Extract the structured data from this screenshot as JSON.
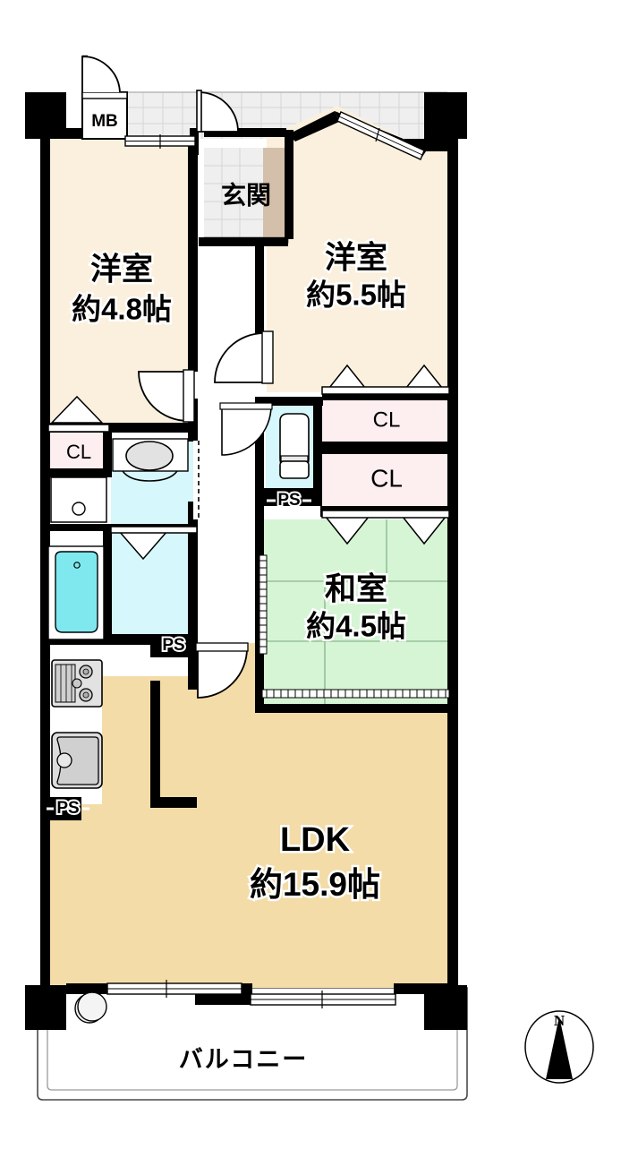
{
  "plan": {
    "type": "residential-floor-plan",
    "layout_code": "3LDK",
    "rooms": [
      {
        "id": "western-room-4-8",
        "name_line1": "洋室",
        "name_line2": "約4.8帖",
        "floor_type": "flooring",
        "color": "#faf0dd"
      },
      {
        "id": "western-room-5-5",
        "name_line1": "洋室",
        "name_line2": "約5.5帖",
        "floor_type": "flooring",
        "color": "#faf0dd"
      },
      {
        "id": "japanese-room-4-5",
        "name_line1": "和室",
        "name_line2": "約4.5帖",
        "floor_type": "tatami",
        "color": "#d5f5d5"
      },
      {
        "id": "ldk-15-9",
        "name_line1": "LDK",
        "name_line2": "約15.9帖",
        "floor_type": "flooring",
        "color": "#f3dca8"
      }
    ],
    "entrance": {
      "label": "玄関",
      "tile_color": "#eeeeee",
      "step_color": "#d4c0aa"
    },
    "balcony": {
      "label": "バルコニー"
    },
    "closets": [
      {
        "id": "closet-bedroom-5-5-upper",
        "label": "CL"
      },
      {
        "id": "closet-bedroom-5-5-lower",
        "label": "CL"
      },
      {
        "id": "closet-bedroom-4-8",
        "label": "CL"
      }
    ],
    "meter_box": {
      "label": "MB"
    },
    "pipe_shafts": [
      {
        "id": "ps-toilet",
        "label": "PS"
      },
      {
        "id": "ps-kitchen-upper",
        "label": "PS"
      },
      {
        "id": "ps-kitchen-lower",
        "label": "PS"
      }
    ],
    "fixtures": [
      {
        "id": "gas-stove",
        "name": "3-burner-gas-stove"
      },
      {
        "id": "kitchen-sink",
        "name": "kitchen-sink"
      },
      {
        "id": "bathtub",
        "name": "bathtub",
        "color": "#7fe8ef"
      },
      {
        "id": "vanity-sink",
        "name": "vanity-washbasin"
      },
      {
        "id": "washer-space",
        "name": "washing-machine-space"
      },
      {
        "id": "toilet",
        "name": "toilet-fixture"
      },
      {
        "id": "ac-outdoor-unit",
        "name": "ac-outdoor-unit"
      }
    ],
    "compass": {
      "north_label": "N"
    },
    "colors": {
      "wall": "#000000",
      "flooring_light": "#faf0dd",
      "ldk_floor": "#f3dca8",
      "tatami": "#d5f5d5",
      "closet": "#fdeef0",
      "water_area": "#d6f7fb",
      "toilet_area": "#d6f7fb",
      "bathtub": "#7fe8ef",
      "entrance_tile": "#eeeeee",
      "entrance_step": "#d4c0aa",
      "background": "#ffffff"
    }
  }
}
